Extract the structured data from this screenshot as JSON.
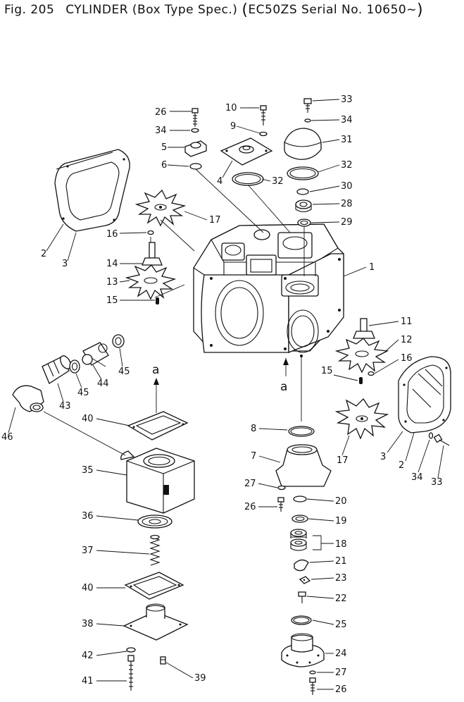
{
  "header": {
    "fig_label": "Fig. 205",
    "name": "CYLINDER (Box Type Spec.)",
    "model": "EC50ZS Serial No. 10650~"
  },
  "view_marker": "a",
  "callouts": [
    "1",
    "2",
    "3",
    "4",
    "5",
    "6",
    "7",
    "8",
    "9",
    "10",
    "11",
    "12",
    "13",
    "14",
    "15",
    "16",
    "17",
    "18",
    "19",
    "20",
    "21",
    "22",
    "23",
    "24",
    "25",
    "26",
    "27",
    "28",
    "29",
    "30",
    "31",
    "32",
    "33",
    "34",
    "35",
    "36",
    "37",
    "38",
    "39",
    "40",
    "41",
    "42",
    "43",
    "44",
    "45",
    "46"
  ]
}
